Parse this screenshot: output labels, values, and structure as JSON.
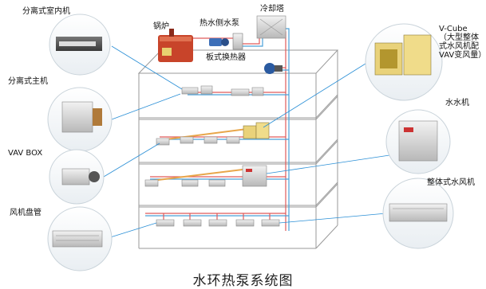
{
  "title": "水环热泵系统图",
  "labels": {
    "split_indoor": "分离式室内机",
    "split_main": "分离式主机",
    "vav_box": "VAV BOX",
    "fan_coil": "风机盘管",
    "boiler": "锅炉",
    "hot_water_pump": "热水侧水泵",
    "cooling_tower": "冷却塔",
    "plate_hx": "板式换热器",
    "vcube_line1": "V-Cube",
    "vcube_line2": "（大型整体",
    "vcube_line3": "式水风机配",
    "vcube_line4": "VAV变风量）",
    "water_water": "水水机",
    "packaged_water_air": "整体式水风机"
  },
  "colors": {
    "pipe_red": "#e05a5a",
    "pipe_blue": "#4aa0d8",
    "duct_orange": "#e8a64a",
    "building_line": "#9a9a9a",
    "leader_line": "#2a8fd6"
  }
}
